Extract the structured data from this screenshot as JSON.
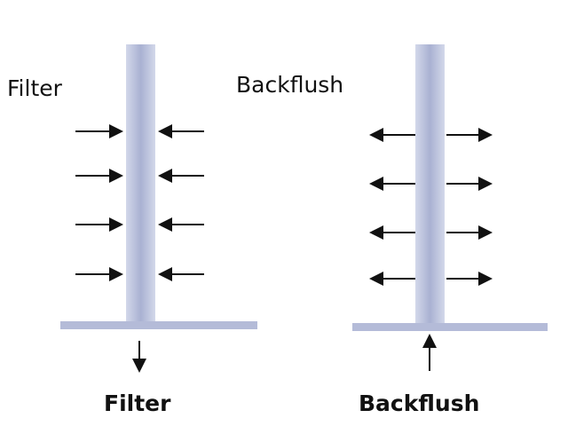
{
  "labels": {
    "filter_top": "Filter",
    "backflush_top": "Backflush",
    "filter_bottom": "Filter",
    "backflush_bottom": "Backflush"
  },
  "colors": {
    "tube": "#b9c0dc",
    "tube_dark": "#9aa3c8",
    "arrow": "#111111"
  }
}
